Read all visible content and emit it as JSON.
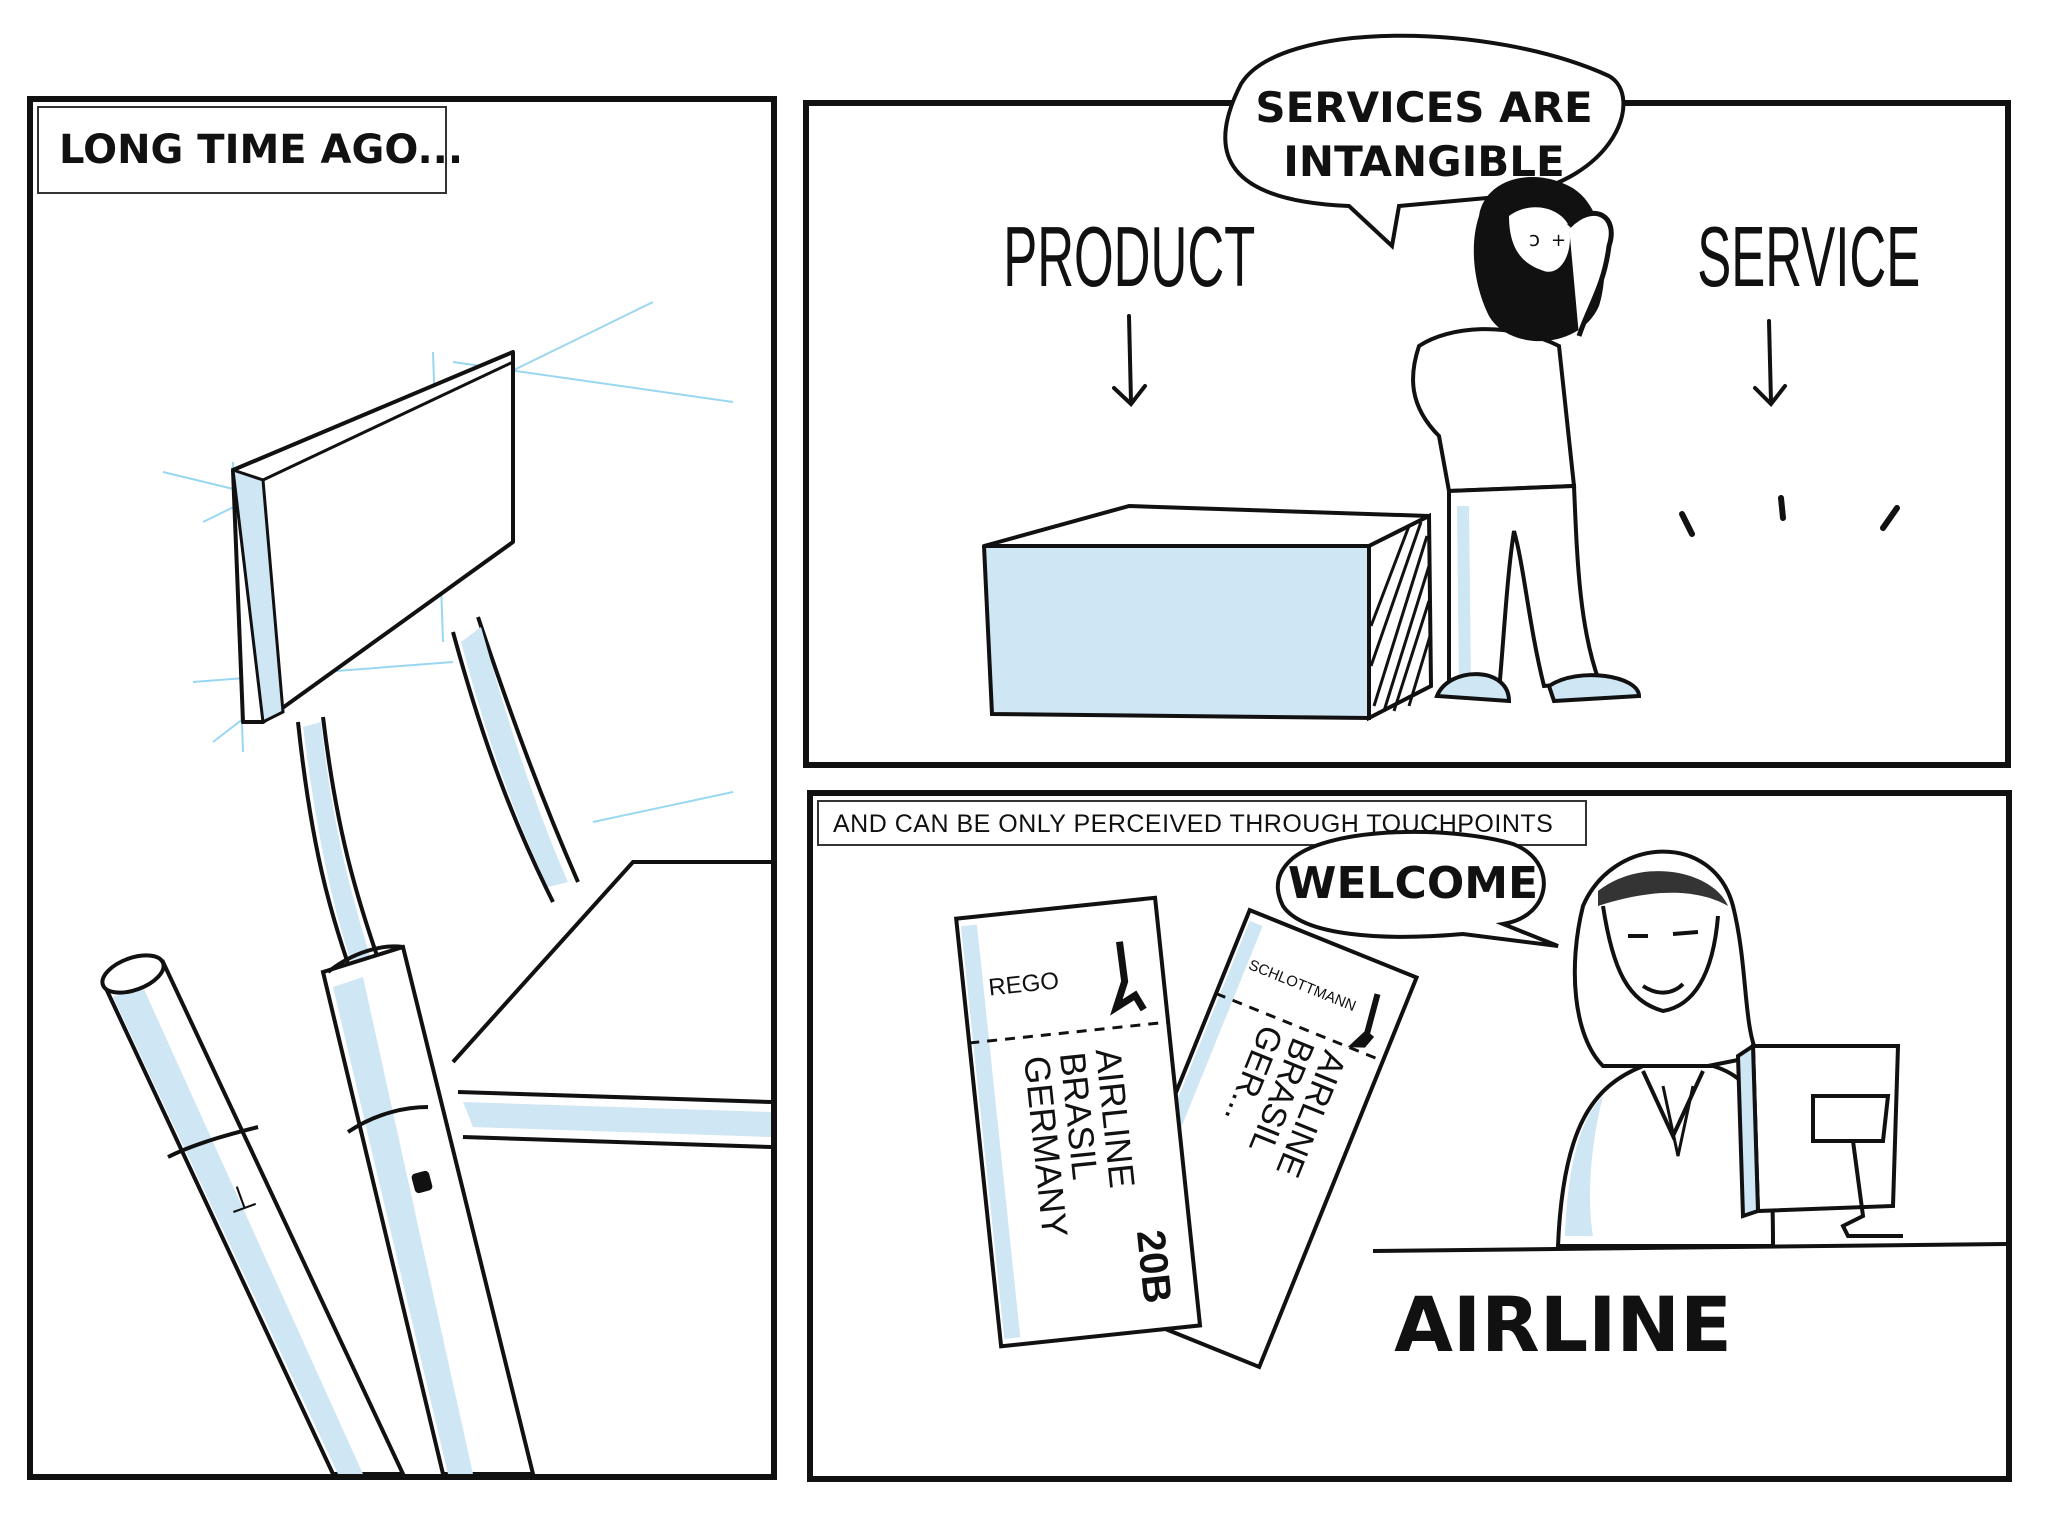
{
  "panel_1": {
    "caption": "LONG TIME AGO..."
  },
  "panel_2": {
    "speech_bubble": [
      "SERVICES ARE",
      "INTANGIBLE"
    ],
    "label_left": "PRODUCT",
    "label_right": "SERVICE"
  },
  "panel_3": {
    "caption": "AND CAN BE ONLY PERCEIVED THROUGH TOUCHPOINTS",
    "speech_bubble": "WELCOME",
    "ticket_1": {
      "name": "REGO",
      "lines": [
        "AIRLINE",
        "BRASIL",
        "GERMANY"
      ],
      "seat": "20B"
    },
    "ticket_2": {
      "name": "SCHLOTTMANN",
      "lines": [
        "AIRLINE",
        "BRASIL",
        "GER..."
      ]
    },
    "counter_sign": "AIRLINE"
  },
  "colors": {
    "ink": "#111111",
    "accent_blue": "#cfe6f5",
    "sketch_blue": "#8fd3f0"
  }
}
